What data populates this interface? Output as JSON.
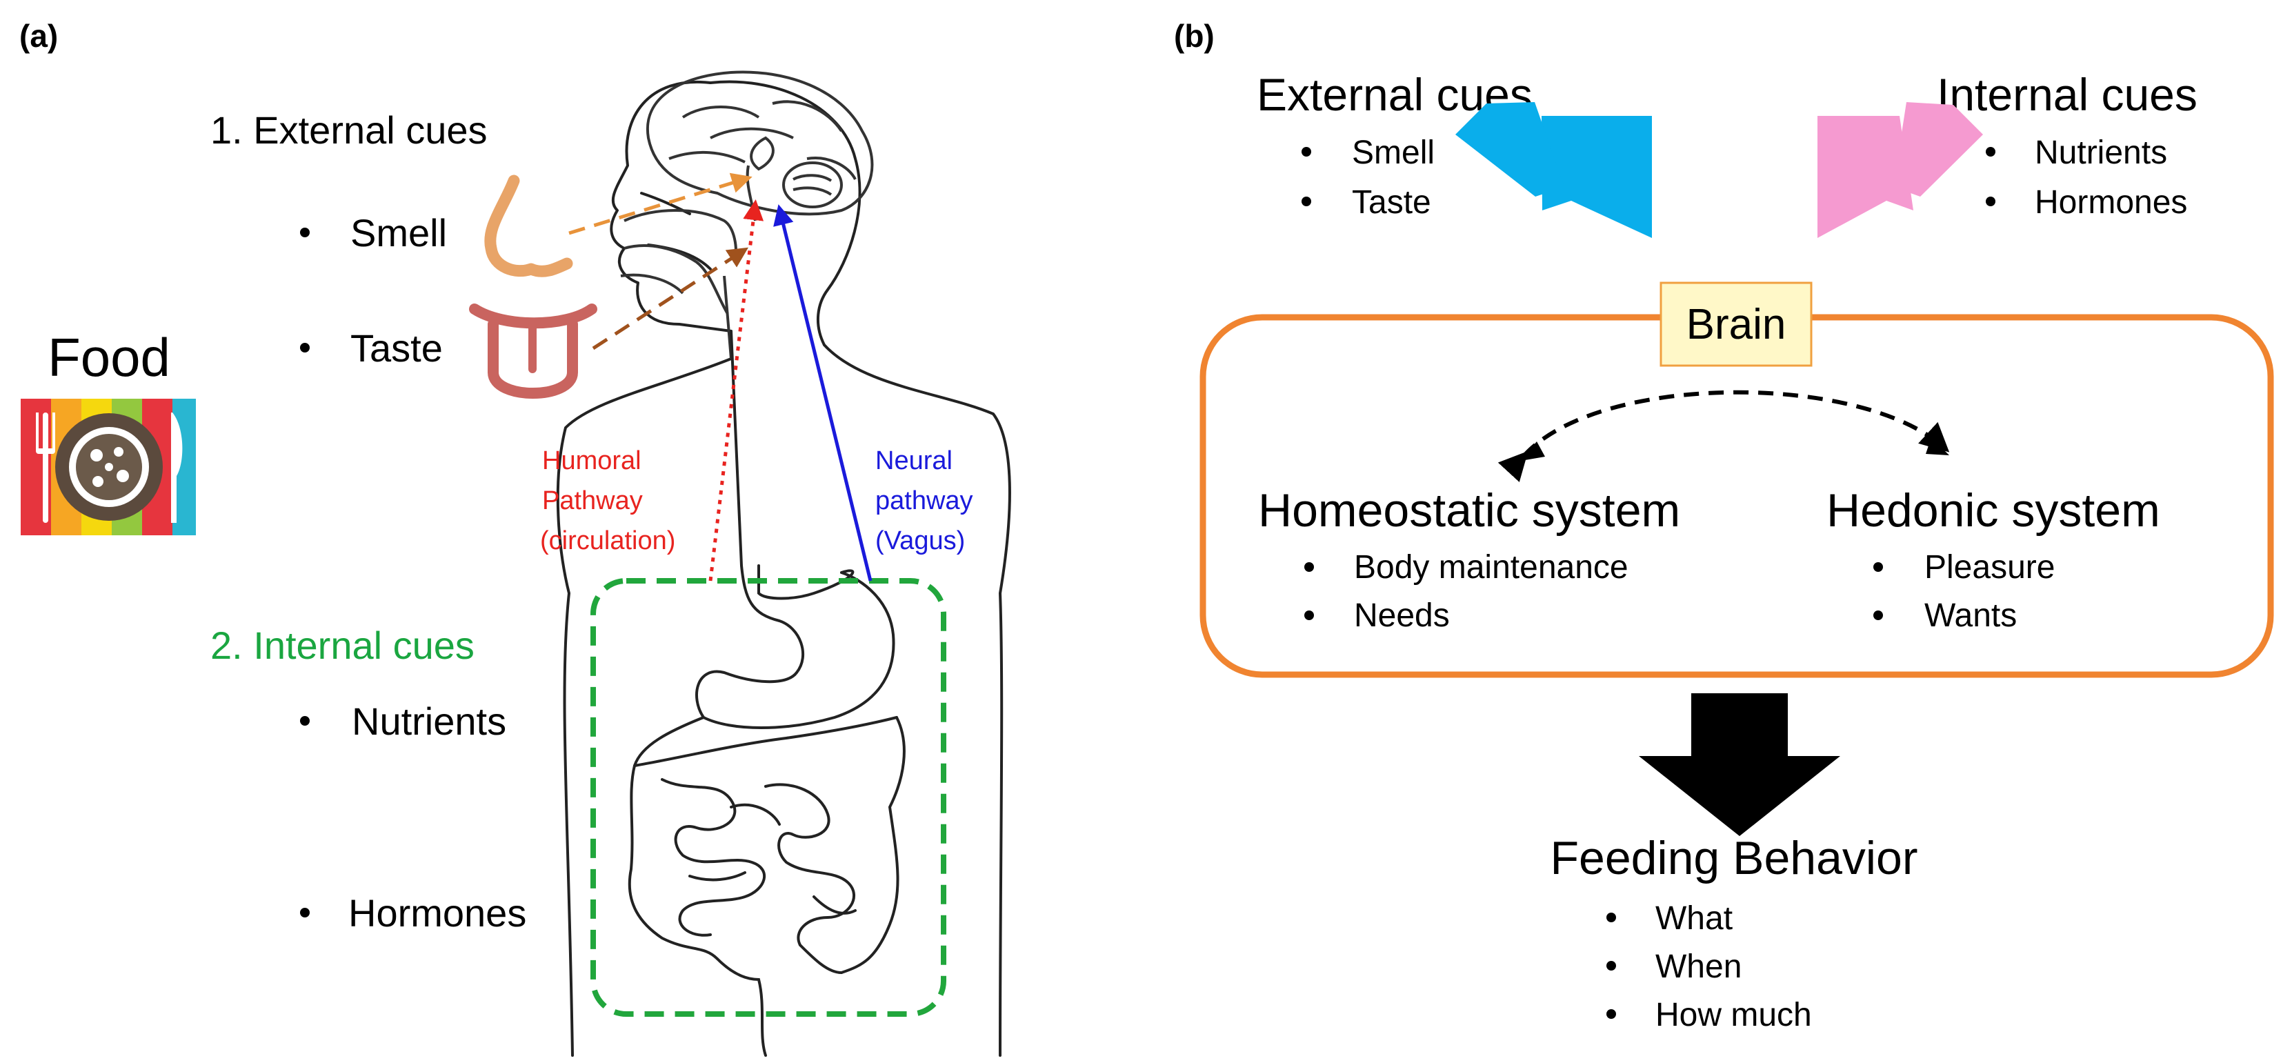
{
  "panel_a": {
    "label": "(a)",
    "food_label": "Food",
    "external_heading": "1. External cues",
    "external_items": [
      "Smell",
      "Taste"
    ],
    "internal_heading": "2. Internal cues",
    "internal_items": [
      "Nutrients",
      "Hormones"
    ],
    "humoral_lines": [
      "Humoral",
      "Pathway",
      "(circulation)"
    ],
    "neural_lines": [
      "Neural",
      "pathway",
      "(Vagus)"
    ]
  },
  "panel_b": {
    "label": "(b)",
    "external_heading": "External cues",
    "external_items": [
      "Smell",
      "Taste"
    ],
    "internal_heading": "Internal cues",
    "internal_items": [
      "Nutrients",
      "Hormones"
    ],
    "brain_label": "Brain",
    "homeostatic_heading": "Homeostatic system",
    "homeostatic_items": [
      "Body maintenance",
      "Needs"
    ],
    "hedonic_heading": "Hedonic system",
    "hedonic_items": [
      "Pleasure",
      "Wants"
    ],
    "feeding_heading": "Feeding Behavior",
    "feeding_items": [
      "What",
      "When",
      "How much"
    ]
  },
  "colors": {
    "text": "#000000",
    "internal_cues_green": "#1aa640",
    "humoral_red": "#e8231f",
    "neural_blue": "#1a1adb",
    "smell_orange": "#e8933a",
    "taste_brown": "#a0521d",
    "nose": "#e8a468",
    "tongue": "#c9645f",
    "gut_box_green": "#21a63c",
    "external_arrow_cyan": "#0aaeeb",
    "internal_arrow_pink": "#f59ad0",
    "brain_frame_orange": "#f08430",
    "brain_label_fill": "#fff8c8",
    "brain_label_border": "#f0a040",
    "big_arrow": "#000000"
  },
  "icons": [
    "nose-icon",
    "tongue-icon",
    "food-plate-icon",
    "body-silhouette",
    "brain-sketch",
    "digestive-tract-sketch"
  ]
}
